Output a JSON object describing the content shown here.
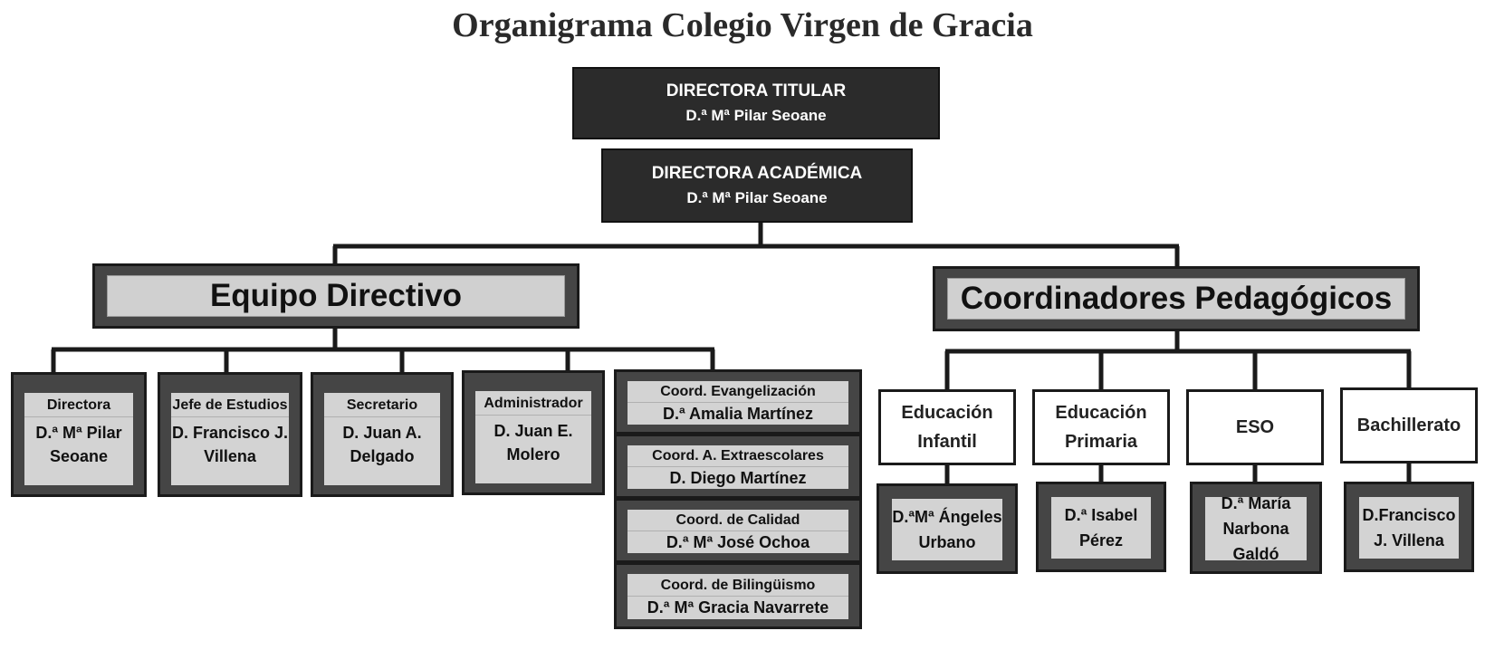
{
  "title": "Organigrama Colegio Virgen de Gracia",
  "director_titular": {
    "role": "DIRECTORA TITULAR",
    "name": "D.ª Mª Pilar Seoane"
  },
  "director_academica": {
    "role": "DIRECTORA ACADÉMICA",
    "name": "D.ª Mª Pilar Seoane"
  },
  "equipo_directivo": {
    "label": "Equipo Directivo",
    "members": [
      {
        "role": "Directora",
        "name": "D.ª Mª Pilar Seoane"
      },
      {
        "role": "Jefe de Estudios",
        "name": "D. Francisco J. Villena"
      },
      {
        "role": "Secretario",
        "name": "D. Juan A. Delgado"
      },
      {
        "role": "Administrador",
        "name": "D. Juan E. Molero"
      }
    ],
    "coordinators": [
      {
        "role": "Coord. Evangelización",
        "name": "D.ª Amalia Martínez"
      },
      {
        "role": "Coord. A. Extraescolares",
        "name": "D. Diego Martínez"
      },
      {
        "role": "Coord. de Calidad",
        "name": "D.ª Mª José Ochoa"
      },
      {
        "role": "Coord. de Bilingüismo",
        "name": "D.ª Mª Gracia Navarrete"
      }
    ]
  },
  "coordinadores_pedagogicos": {
    "label": "Coordinadores Pedagógicos",
    "stages": [
      {
        "stage": "Educación Infantil",
        "name": "D.ªMª Ángeles Urbano"
      },
      {
        "stage": "Educación Primaria",
        "name": "D.ª Isabel Pérez"
      },
      {
        "stage": "ESO",
        "name": "D.ª María Narbona Galdó"
      },
      {
        "stage": "Bachillerato",
        "name": "D.Francisco J. Villena"
      }
    ]
  }
}
